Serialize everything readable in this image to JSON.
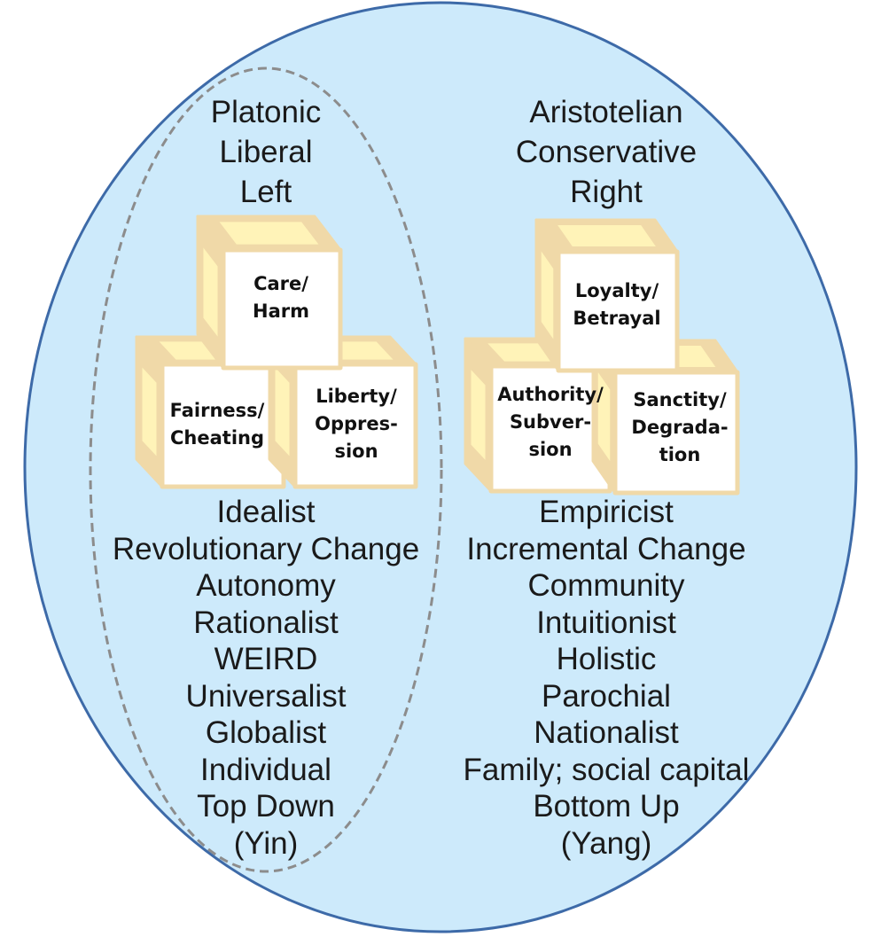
{
  "colors": {
    "outer_fill": "#cdeafb",
    "outer_stroke": "#3d6aa8",
    "dashed_stroke": "#8c8c8c",
    "cube_edge": "#f0d9a8",
    "cube_inner": "#fff3b8",
    "cube_face": "#ffffff"
  },
  "left": {
    "heading": [
      "Platonic",
      "Liberal",
      "Left"
    ],
    "cubes": {
      "top": [
        "Care/",
        "Harm"
      ],
      "bottom_left": [
        "Fairness/",
        "Cheating"
      ],
      "bottom_right": [
        "Liberty/",
        "Oppres-",
        "sion"
      ]
    },
    "traits": [
      "Idealist",
      "Revolutionary Change",
      "Autonomy",
      "Rationalist",
      "WEIRD",
      "Universalist",
      "Globalist",
      "Individual",
      "Top Down",
      "(Yin)"
    ]
  },
  "right": {
    "heading": [
      "Aristotelian",
      "Conservative",
      "Right"
    ],
    "cubes": {
      "top": [
        "Loyalty/",
        "Betrayal"
      ],
      "bottom_left": [
        "Authority/",
        "Subver-",
        "sion"
      ],
      "bottom_right": [
        "Sanctity/",
        "Degrada-",
        "tion"
      ]
    },
    "traits": [
      "Empiricist",
      "Incremental Change",
      "Community",
      "Intuitionist",
      "Holistic",
      "Parochial",
      "Nationalist",
      "Family; social capital",
      "Bottom Up",
      "(Yang)"
    ]
  }
}
